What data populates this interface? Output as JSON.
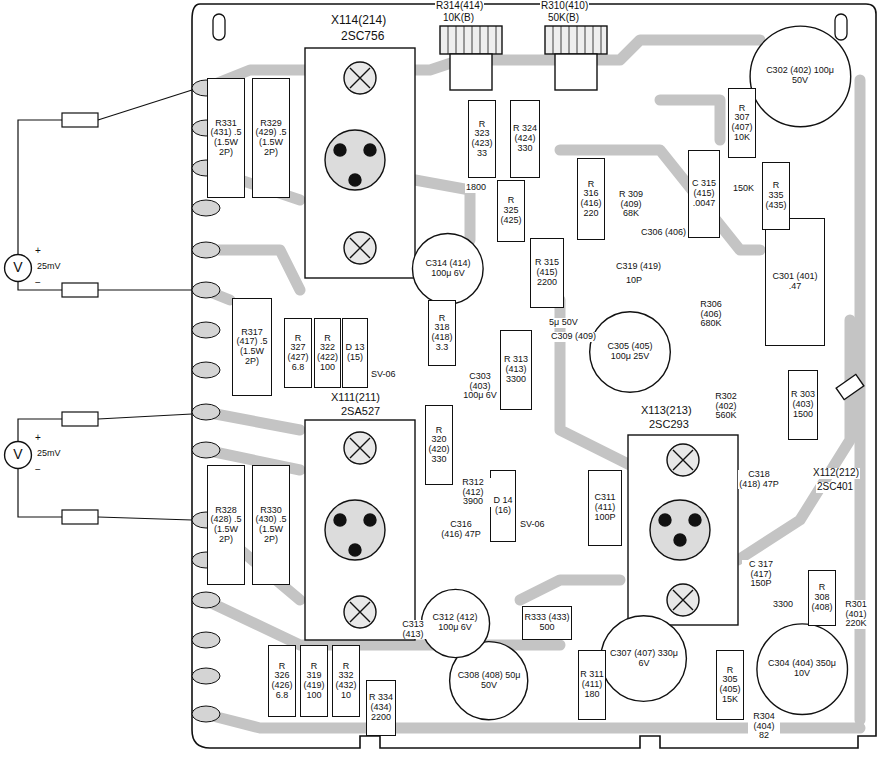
{
  "diagram": {
    "nodes": [
      {
        "text": [
          "V"
        ]
      },
      {
        "text": [
          "V"
        ]
      },
      {
        "text": [
          "R331 (431) .5 (1.5W 2P)"
        ]
      },
      {
        "text": [
          "R329 (429) .5 (1.5W 2P)"
        ]
      },
      {
        "text": [
          "R317 (417) .5 (1.5W 2P)"
        ]
      },
      {
        "text": [
          "R328 (428) .5 (1.5W 2P)"
        ]
      },
      {
        "text": [
          "R330 (430) .5 (1.5W 2P)"
        ]
      },
      {
        "text": [
          "C301 (401) .47"
        ]
      },
      {
        "text": [
          "C302 (402) 100μ 50V"
        ]
      },
      {
        "text": [
          "C304 (404) 350μ 10V"
        ]
      },
      {
        "text": [
          "C307 (407) 330μ 6V"
        ]
      },
      {
        "text": [
          "C308 (408) 50μ 50V"
        ]
      },
      {
        "text": [
          "C305 (405) 100μ 25V"
        ]
      },
      {
        "text": [
          "C314 (414) 100μ 6V"
        ]
      },
      {
        "text": [
          "C312 (412) 100μ 6V"
        ]
      },
      {
        "text": [
          "D 13 (15)"
        ]
      },
      {
        "text": [
          "D 14 (16)"
        ]
      },
      {
        "text": [
          "R 323 (423) 33"
        ]
      },
      {
        "text": [
          "R 324 (424) 330"
        ]
      },
      {
        "text": [
          "R 307 (407) 10K"
        ]
      },
      {
        "text": [
          "C 315 (415) .0047"
        ]
      },
      {
        "text": [
          "R 335 (435)"
        ]
      },
      {
        "text": [
          "R 316 (416) 220"
        ]
      },
      {
        "text": [
          "R 315 (415) 2200"
        ]
      },
      {
        "text": [
          "R 325 (425)"
        ]
      },
      {
        "text": [
          "R 313 (413) 3300"
        ]
      },
      {
        "text": [
          "R 320 (420) 330"
        ]
      },
      {
        "text": [
          "R 318 (418) 3.3"
        ]
      },
      {
        "text": [
          "R 327 (427) 6.8"
        ]
      },
      {
        "text": [
          "R 322 (422) 100"
        ]
      },
      {
        "text": [
          "R 326 (426) 6.8"
        ]
      },
      {
        "text": [
          "R 319 (419) 100"
        ]
      },
      {
        "text": [
          "R 332 (432) 10"
        ]
      },
      {
        "text": [
          "R 334 (434) 2200"
        ]
      },
      {
        "text": [
          "R333 (433) 500"
        ]
      },
      {
        "text": [
          "R 311 (411) 180"
        ]
      },
      {
        "text": [
          "R 305 (405) 15K"
        ]
      },
      {
        "text": [
          "R 308 (408)"
        ]
      },
      {
        "text": [
          "R 303 (403) 1500"
        ]
      },
      {
        "text": [
          "C311 (411) 100P"
        ]
      }
    ],
    "labels": [
      "X114(214)",
      "2SC756",
      "X111(211)",
      "2SA527",
      "X113(213)",
      "2SC293",
      "X112(212)",
      "2SC401",
      "SV-06",
      "SV-06",
      "R314(414)",
      "10K(B)",
      "R310(410)",
      "50K(B)",
      "R 309 (409) 68K",
      "150K",
      "C306 (406)",
      "C319 (419)",
      "10P",
      "R306 (406) 680K",
      "R302 (402) 560K",
      "5μ 50V",
      "C309 (409)",
      "1800",
      "R312 (412) 3900",
      "C316 (416) 47P",
      "C303 (403) 100μ 6V",
      "C313 (413)",
      "C 317 (417) 150P",
      "C318 (418) 47P",
      "3300",
      "R301 (401) 220K",
      "R304 (404) 82",
      "+",
      "−",
      "25mV",
      "+",
      "−",
      "25mV"
    ]
  }
}
